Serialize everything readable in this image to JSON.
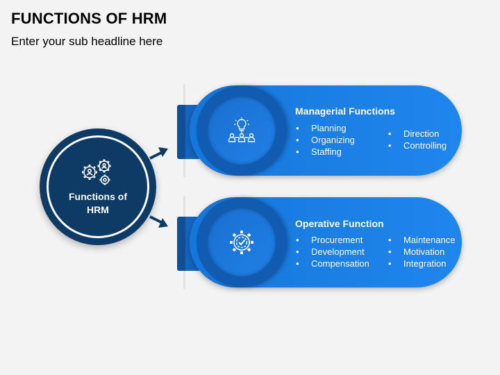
{
  "header": {
    "title": "FUNCTIONS OF HRM",
    "subtitle": "Enter your sub headline here"
  },
  "hub": {
    "label": "Functions of\nHRM",
    "icon": "gears-people-icon"
  },
  "sections": [
    {
      "heading": "Managerial Functions",
      "icon": "lightbulb-team-icon",
      "left_items": [
        "Planning",
        "Organizing",
        "Staffing"
      ],
      "right_items": [
        "Direction",
        "Controlling"
      ]
    },
    {
      "heading": "Operative Function",
      "icon": "gear-check-icon",
      "left_items": [
        "Procurement",
        "Development",
        "Compensation"
      ],
      "right_items": [
        "Maintenance",
        "Motivation",
        "Integration"
      ]
    }
  ],
  "colors": {
    "hub": "#0e3a66",
    "pill": "#1f86ee",
    "pill_dark": "#115bb0",
    "arrow": "#0e3a66"
  }
}
